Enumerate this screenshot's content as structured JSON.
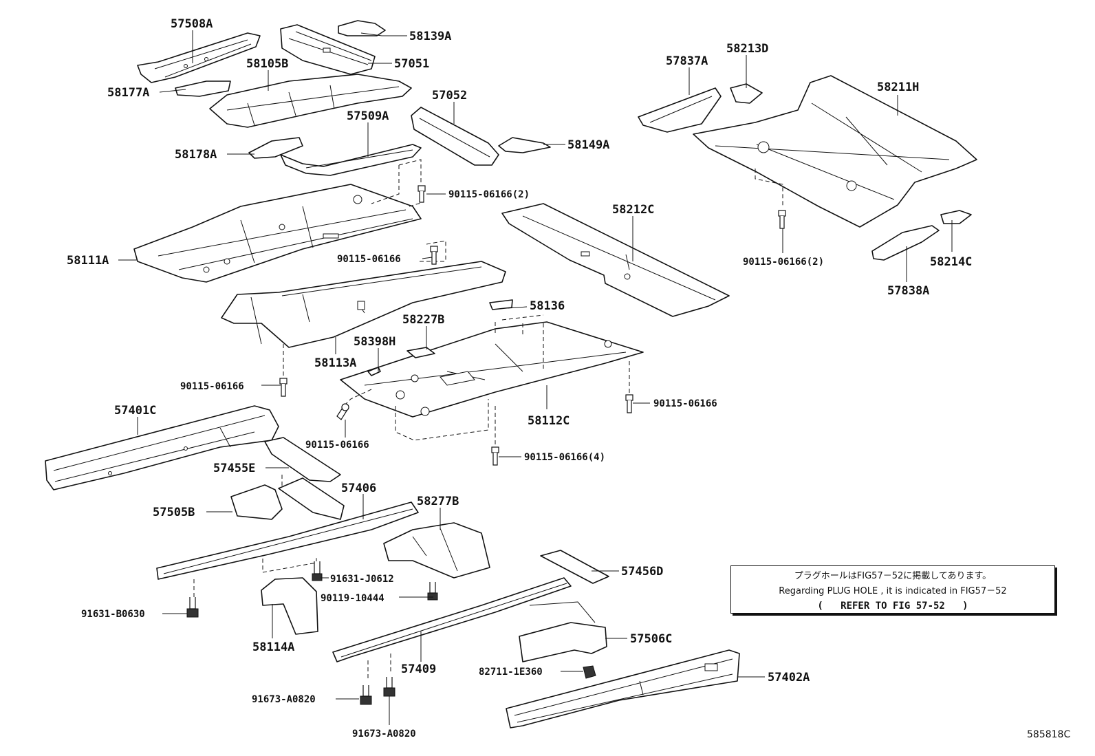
{
  "labels": {
    "p57508A": "57508A",
    "p58139A": "58139A",
    "p57051": "57051",
    "p58105B": "58105B",
    "p58177A": "58177A",
    "p57052": "57052",
    "p57509A": "57509A",
    "p58149A": "58149A",
    "p58178A": "58178A",
    "b90115_top2": "90115-06166(2)",
    "p58111A": "58111A",
    "b90115_mid": "90115-06166",
    "p58212C": "58212C",
    "p58136": "58136",
    "p58227B": "58227B",
    "p58398H": "58398H",
    "p58113A": "58113A",
    "b90115_left": "90115-06166",
    "b90115_right": "90115-06166",
    "p58112C": "58112C",
    "p57401C": "57401C",
    "b90115_center": "90115-06166",
    "b90115_4": "90115-06166(4)",
    "p57455E": "57455E",
    "p57406": "57406",
    "p58277B": "58277B",
    "p57505B": "57505B",
    "b91631_J0612": "91631-J0612",
    "b90119_10444": "90119-10444",
    "b91631_B0630": "91631-B0630",
    "p58114A": "58114A",
    "p57456D": "57456D",
    "p57506C": "57506C",
    "p57409": "57409",
    "b82711_1E360": "82711-1E360",
    "p57402A": "57402A",
    "b91673_A0820_a": "91673-A0820",
    "b91673_A0820_b": "91673-A0820",
    "p57837A": "57837A",
    "p58213D": "58213D",
    "p58211H": "58211H",
    "b90115_rear2": "90115-06166(2)",
    "p58214C": "58214C",
    "p57838A": "57838A"
  },
  "note": {
    "line1": "プラグホールはFIG57－52に掲載してあります。",
    "line2": "Regarding PLUG HOLE , it is indicated in FIG57－52",
    "line3": "(   REFER TO FIG 57-52   )"
  },
  "figure_id": "585818C"
}
